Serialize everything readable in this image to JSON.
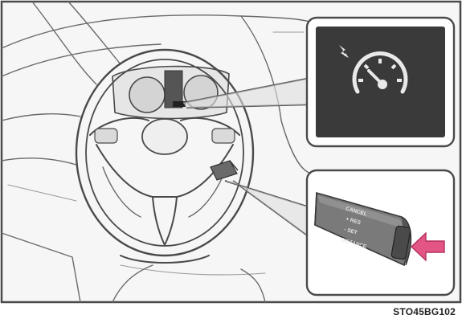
{
  "figure_code": "STO45BG102",
  "indicator": {
    "icon": "cruise-control-speedometer-icon",
    "panel_color": "#3a3a3a",
    "icon_color": "#e9e9e9"
  },
  "lever": {
    "arrow_color": "#e25585",
    "labels": [
      "CANCEL",
      "+ RES",
      "- SET",
      "DISTANCE"
    ]
  }
}
